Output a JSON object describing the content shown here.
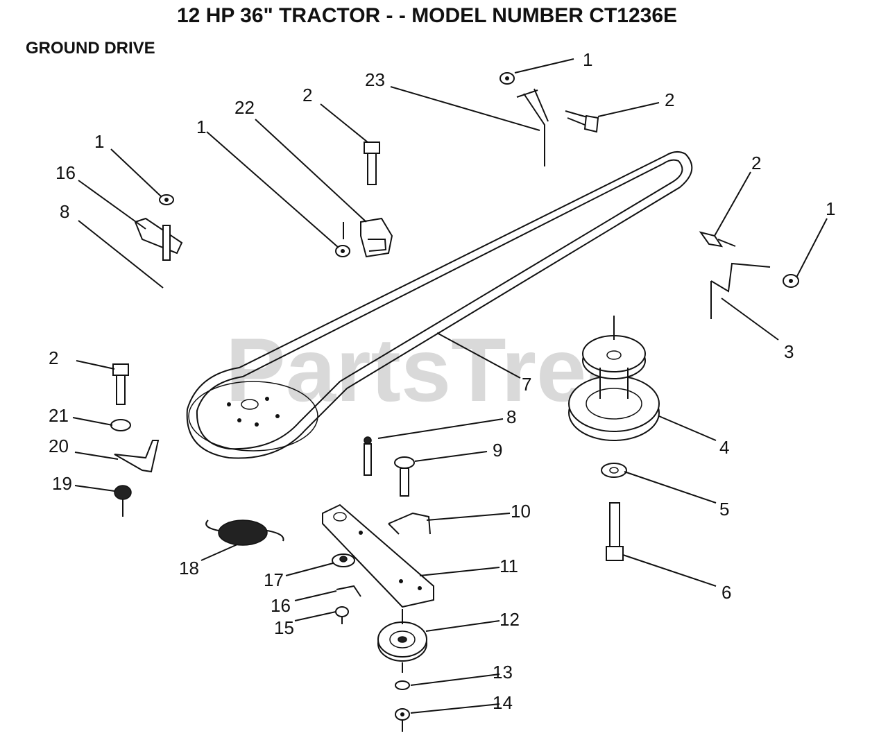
{
  "title": "12 HP 36\" TRACTOR - - MODEL NUMBER CT1236E",
  "subtitle": "GROUND DRIVE",
  "watermark": "PartsTree",
  "callouts": [
    "1",
    "2",
    "23",
    "1",
    "2",
    "22",
    "2",
    "1",
    "2",
    "1",
    "16",
    "8",
    "3",
    "7",
    "2",
    "4",
    "8",
    "21",
    "9",
    "20",
    "5",
    "19",
    "10",
    "18",
    "17",
    "11",
    "6",
    "16",
    "15",
    "12",
    "13",
    "14"
  ]
}
